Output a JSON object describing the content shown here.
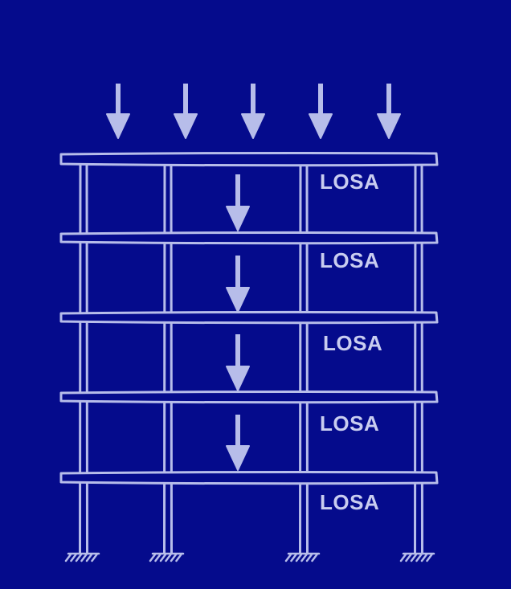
{
  "diagram": {
    "background_color": "#050b8c",
    "line_color": "#b7bdea",
    "label_color": "#c9cdf0",
    "floor_labels": [
      "LOSA",
      "LOSA",
      "LOSA",
      "LOSA",
      "LOSA"
    ],
    "top_load_arrow_count": 5,
    "transfer_arrow_count": 4,
    "column_count": 4,
    "floor_count": 5,
    "support_icon": "fixed-support-hatch-icon"
  }
}
